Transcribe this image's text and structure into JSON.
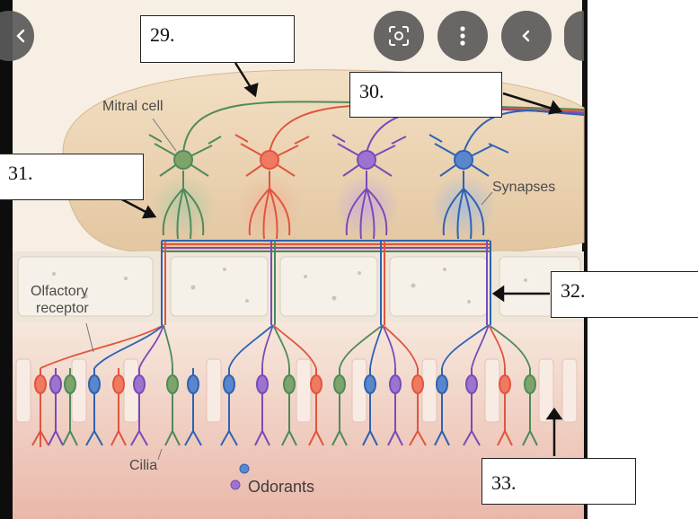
{
  "diagram": {
    "labels": {
      "mitral_cell": "Mitral cell",
      "synapses": "Synapses",
      "olfactory_receptor_line1": "Olfactory",
      "olfactory_receptor_line2": "receptor",
      "cilia": "Cilia",
      "odorants": "Odorants"
    },
    "colors": {
      "green": "#4f8a5b",
      "red": "#e0553f",
      "purple": "#7a4bb8",
      "blue": "#2f62b3",
      "bulb": "#ecd5b3",
      "bone": "#efe9de",
      "epithelium": "#f2d2c6"
    }
  },
  "answer_boxes": [
    {
      "number": "29."
    },
    {
      "number": "30."
    },
    {
      "number": "31."
    },
    {
      "number": "32."
    },
    {
      "number": "33."
    }
  ],
  "controls": {
    "lens_icon": "lens-icon",
    "more_icon": "more-vertical-icon",
    "back_icon": "chevron-left-icon"
  }
}
